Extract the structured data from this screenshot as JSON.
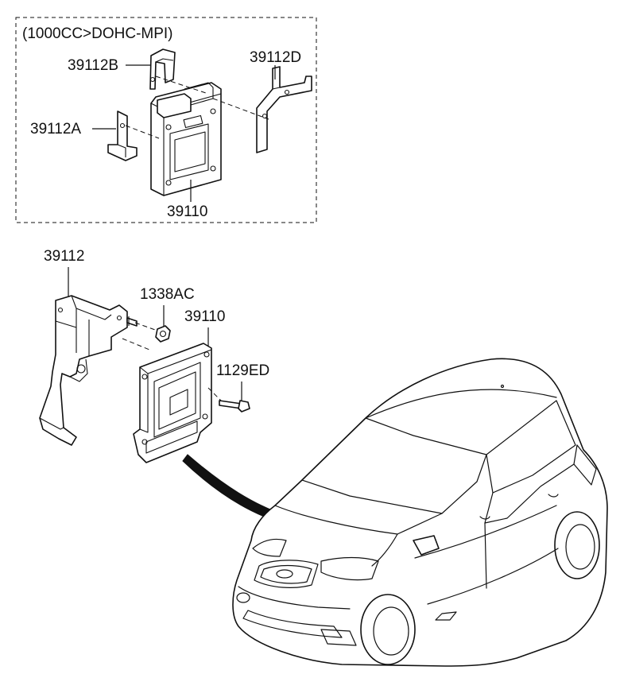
{
  "variant_box": {
    "caption": "(1000CC>DOHC-MPI)",
    "labels": {
      "bracket_b": "39112B",
      "bracket_d": "39112D",
      "bracket_a": "39112A",
      "ecu": "39110"
    }
  },
  "main_assembly": {
    "labels": {
      "bracket": "39112",
      "nut": "1338AC",
      "ecu": "39110",
      "bolt": "1129ED"
    }
  },
  "icons": [
    "ecu-module-icon",
    "bracket-icon",
    "nut-icon",
    "bolt-icon",
    "car-icon",
    "location-arrow-icon"
  ]
}
